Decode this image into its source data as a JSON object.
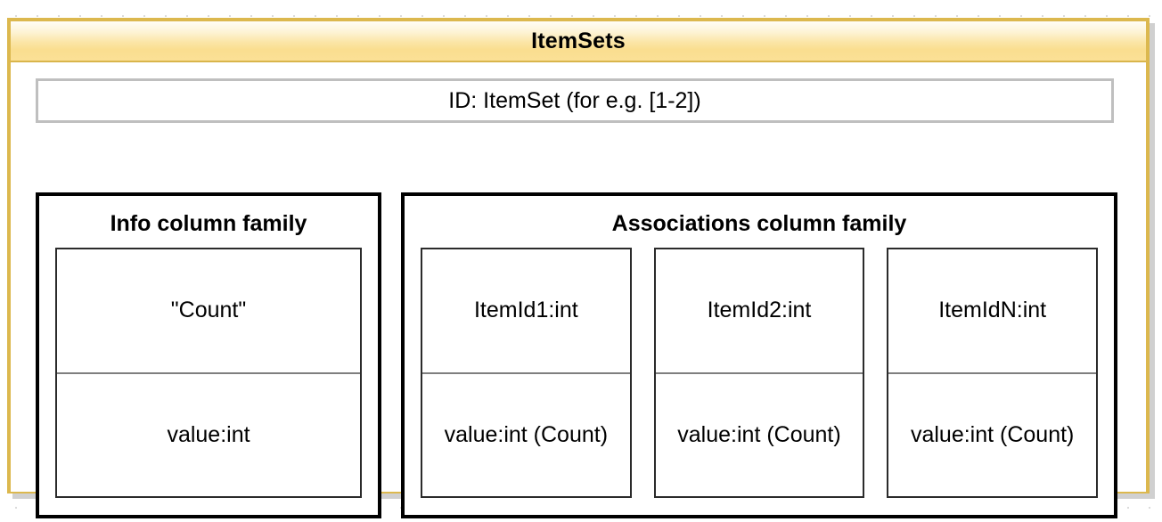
{
  "diagram": {
    "title": "ItemSets",
    "row_key": {
      "label": "ID: ItemSet (for e.g. [1-2])"
    },
    "colors": {
      "title_bar_accent": "#fade8f",
      "panel_border": "#dcb84e",
      "box_border": "#000000",
      "cell_border": "#2b2b2b",
      "cell_divider": "#7f7f7f",
      "id_border": "#bfbfbf",
      "background": "#ffffff"
    },
    "families": [
      {
        "name": "info",
        "title": "Info column family",
        "columns": [
          {
            "qualifier": "\"Count\"",
            "value": "value:int"
          }
        ]
      },
      {
        "name": "associations",
        "title": "Associations column family",
        "columns": [
          {
            "qualifier": "ItemId1:int",
            "value": "value:int (Count)"
          },
          {
            "qualifier": "ItemId2:int",
            "value": "value:int (Count)"
          },
          {
            "qualifier": "ItemIdN:int",
            "value": "value:int (Count)"
          }
        ]
      }
    ]
  }
}
